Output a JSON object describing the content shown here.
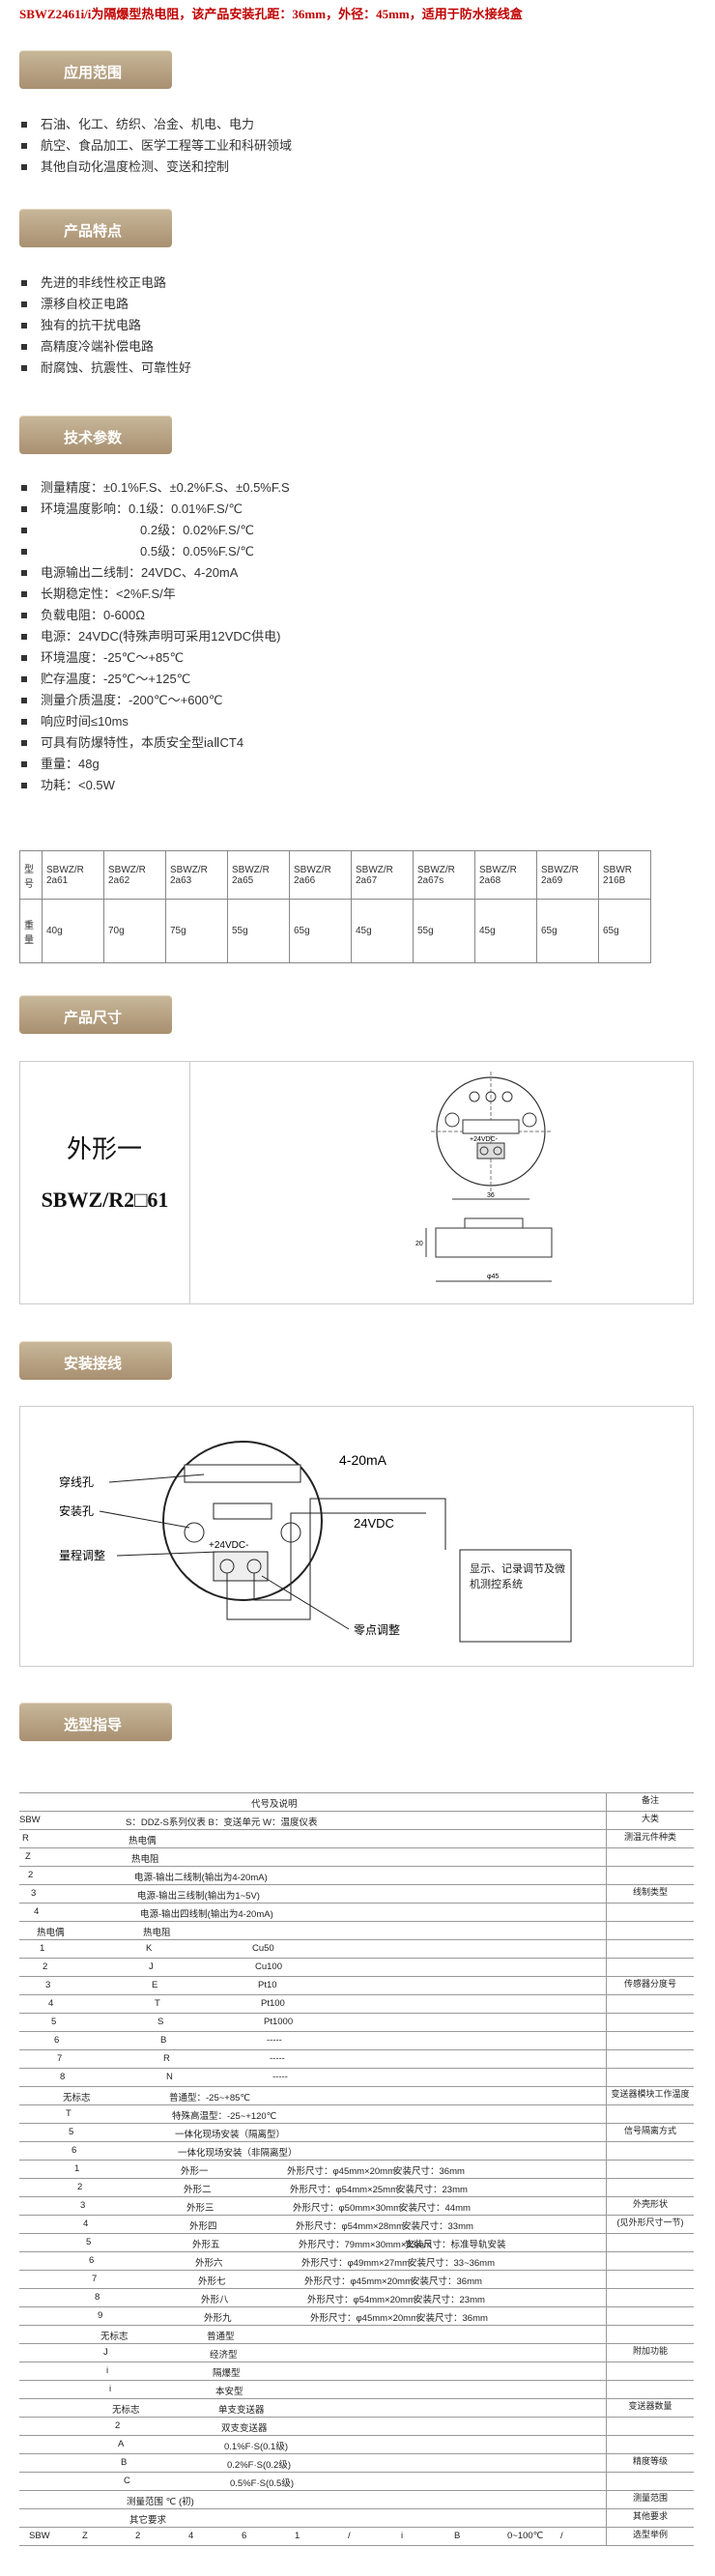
{
  "title": "SBWZ2461i/i为隔爆型热电阻，该产品安装孔距：36mm，外径：45mm，适用于防水接线盒",
  "sections": {
    "app": "应用范围",
    "features": "产品特点",
    "tech": "技术参数",
    "dims": "产品尺寸",
    "wiring": "安装接线",
    "select": "选型指导"
  },
  "app_items": [
    "石油、化工、纺织、冶金、机电、电力",
    "航空、食品加工、医学工程等工业和科研领域",
    "其他自动化温度检测、变送和控制"
  ],
  "feature_items": [
    "先进的非线性校正电路",
    "漂移自校正电路",
    "独有的抗干扰电路",
    "高精度冷端补偿电路",
    "耐腐蚀、抗震性、可靠性好"
  ],
  "tech_items": [
    "测量精度：±0.1%F.S、±0.2%F.S、±0.5%F.S",
    "环境温度影响：0.1级：0.01%F.S/℃",
    "0.2级：0.02%F.S/℃",
    "0.5级：0.05%F.S/℃",
    "电源输出二线制：24VDC、4-20mA",
    "长期稳定性：<2%F.S/年",
    "负载电阻：0-600Ω",
    "电源：24VDC(特殊声明可采用12VDC供电)",
    "环境温度：-25℃～+85℃",
    "贮存温度：-25℃～+125℃",
    "测量介质温度：-200℃～+600℃",
    "响应时间≤10ms",
    "可具有防爆特性，本质安全型iaⅡCT4",
    "重量：48g",
    "功耗：<0.5W"
  ],
  "weight_table": {
    "h1": "型号",
    "h2": "重量",
    "models": [
      [
        "SBWZ/R",
        "2a61"
      ],
      [
        "SBWZ/R",
        "2a62"
      ],
      [
        "SBWZ/R",
        "2a63"
      ],
      [
        "SBWZ/R",
        "2a65"
      ],
      [
        "SBWZ/R",
        "2a66"
      ],
      [
        "SBWZ/R",
        "2a67"
      ],
      [
        "SBWZ/R",
        "2a67s"
      ],
      [
        "SBWZ/R",
        "2a68"
      ],
      [
        "SBWZ/R",
        "2a69"
      ],
      [
        "SBWR",
        "216B"
      ]
    ],
    "weights": [
      "40g",
      "70g",
      "75g",
      "55g",
      "65g",
      "45g",
      "55g",
      "45g",
      "65g",
      "65g"
    ]
  },
  "dims": {
    "shape": "外形一",
    "model": "SBWZ/R2□61",
    "pcb_label": "+24VDC-",
    "dim_36": "36",
    "dim_45": "φ45",
    "dim_20": "20"
  },
  "wiring": {
    "labels": [
      "穿线孔",
      "安装孔",
      "量程调整",
      "零点调整"
    ],
    "signal": "4-20mA",
    "supply": "24VDC",
    "pcb": "+24VDC-",
    "box": "显示、记录调节及微机测控系统"
  },
  "selection": {
    "header": "代号及说明",
    "remark_h": "备注",
    "rows": [
      {
        "c": [
          "SBW",
          "S：DDZ-S系列仪表 B：变送单元 W：温度仪表"
        ],
        "r": "大类"
      },
      {
        "c": [
          "R",
          "热电偶"
        ],
        "r": "测温元件种类"
      },
      {
        "c": [
          "Z",
          "热电阻"
        ],
        "r": ""
      },
      {
        "c": [
          "2",
          "电源-输出二线制(输出为4-20mA)"
        ],
        "r": ""
      },
      {
        "c": [
          "3",
          "电源-输出三线制(输出为1~5V)"
        ],
        "r": "线制类型"
      },
      {
        "c": [
          "4",
          "电源-输出四线制(输出为4-20mA)"
        ],
        "r": ""
      },
      {
        "c": [
          "热电偶",
          "热电阻"
        ],
        "r": ""
      },
      {
        "c": [
          "1",
          "K",
          "Cu50"
        ],
        "r": ""
      },
      {
        "c": [
          "2",
          "J",
          "Cu100"
        ],
        "r": ""
      },
      {
        "c": [
          "3",
          "E",
          "Pt10"
        ],
        "r": "传感器分度号"
      },
      {
        "c": [
          "4",
          "T",
          "Pt100"
        ],
        "r": ""
      },
      {
        "c": [
          "5",
          "S",
          "Pt1000"
        ],
        "r": ""
      },
      {
        "c": [
          "6",
          "B",
          "-----"
        ],
        "r": ""
      },
      {
        "c": [
          "7",
          "R",
          "-----"
        ],
        "r": ""
      },
      {
        "c": [
          "8",
          "N",
          "-----"
        ],
        "r": ""
      },
      {
        "c": [
          "无标志",
          "普通型：-25~+85℃"
        ],
        "r": "变送器模块工作温度"
      },
      {
        "c": [
          "T",
          "特殊高温型：-25~+120℃"
        ],
        "r": ""
      },
      {
        "c": [
          "5",
          "一体化现场安装（隔离型）"
        ],
        "r": "信号隔离方式"
      },
      {
        "c": [
          "6",
          "一体化现场安装（非隔离型）"
        ],
        "r": ""
      },
      {
        "c": [
          "1",
          "外形一",
          "外形尺寸：φ45mm×20mm",
          "安装尺寸：36mm"
        ],
        "r": ""
      },
      {
        "c": [
          "2",
          "外形二",
          "外形尺寸：φ54mm×25mm",
          "安装尺寸：23mm"
        ],
        "r": ""
      },
      {
        "c": [
          "3",
          "外形三",
          "外形尺寸：φ50mm×30mm",
          "安装尺寸：44mm"
        ],
        "r": "外壳形状"
      },
      {
        "c": [
          "4",
          "外形四",
          "外形尺寸：φ54mm×28mm",
          "安装尺寸：33mm"
        ],
        "r": "(见外形尺寸一节)"
      },
      {
        "c": [
          "5",
          "外形五",
          "外形尺寸：79mm×30mm×33mm",
          "安装尺寸：标准导轨安装"
        ],
        "r": ""
      },
      {
        "c": [
          "6",
          "外形六",
          "外形尺寸：φ49mm×27mm",
          "安装尺寸：33~36mm"
        ],
        "r": ""
      },
      {
        "c": [
          "7",
          "外形七",
          "外形尺寸：φ45mm×20mm",
          "安装尺寸：36mm"
        ],
        "r": ""
      },
      {
        "c": [
          "8",
          "外形八",
          "外形尺寸：φ54mm×20mm",
          "安装尺寸：23mm"
        ],
        "r": ""
      },
      {
        "c": [
          "9",
          "外形九",
          "外形尺寸：φ45mm×20mm",
          "安装尺寸：36mm"
        ],
        "r": ""
      },
      {
        "c": [
          "无标志",
          "普通型"
        ],
        "r": ""
      },
      {
        "c": [
          "J",
          "经济型"
        ],
        "r": "附加功能"
      },
      {
        "c": [
          "i",
          "隔爆型"
        ],
        "r": ""
      },
      {
        "c": [
          "i",
          "本安型"
        ],
        "r": ""
      },
      {
        "c": [
          "无标志",
          "单支变送器"
        ],
        "r": "变送器数量"
      },
      {
        "c": [
          "2",
          "双支变送器"
        ],
        "r": ""
      },
      {
        "c": [
          "A",
          "0.1%F·S(0.1级)"
        ],
        "r": ""
      },
      {
        "c": [
          "B",
          "0.2%F·S(0.2级)"
        ],
        "r": "精度等级"
      },
      {
        "c": [
          "C",
          "0.5%F·S(0.5级)"
        ],
        "r": ""
      },
      {
        "c": [
          "测量范围 ℃ (初)"
        ],
        "r": "测量范围"
      },
      {
        "c": [
          "其它要求"
        ],
        "r": "其他要求"
      },
      {
        "c": [
          "SBW",
          "Z",
          "2",
          "4",
          "6",
          "1",
          "/",
          "i",
          "B",
          "0~100℃",
          "/"
        ],
        "r": "选型举例"
      }
    ]
  }
}
